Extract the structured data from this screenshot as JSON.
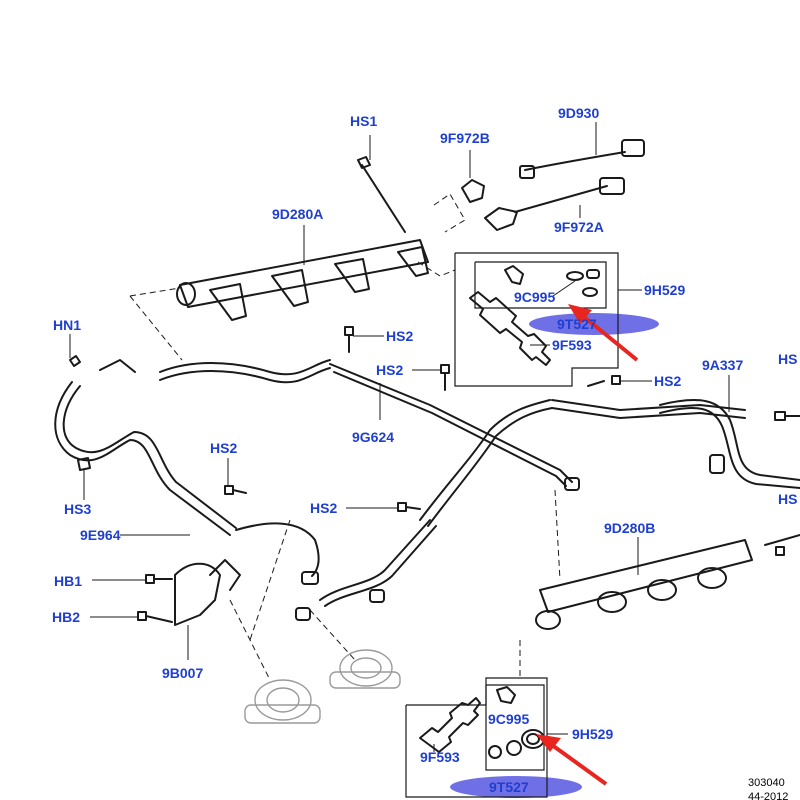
{
  "labels": {
    "hs1": "HS1",
    "p9f972b": "9F972B",
    "p9d930": "9D930",
    "p9d280a": "9D280A",
    "p9f972a": "9F972A",
    "p9h529_top": "9H529",
    "p9c995_top": "9C995",
    "p9t527_top": "9T527",
    "p9f593_top": "9F593",
    "hn1": "HN1",
    "hs2_a": "HS2",
    "hs2_b": "HS2",
    "hs2_c": "HS2",
    "hs2_d": "HS2",
    "hs2_e": "HS2",
    "p9a337": "9A337",
    "hs_right1": "HS",
    "hs_right2": "HS",
    "p9g624": "9G624",
    "hs3": "HS3",
    "p9e964": "9E964",
    "p9d280b": "9D280B",
    "hb1": "HB1",
    "hb2": "HB2",
    "p9b007": "9B007",
    "p9c995_bot": "9C995",
    "p9h529_bot": "9H529",
    "p9f593_bot": "9F593",
    "p9t527_bot": "9T527"
  },
  "reference": {
    "code": "303040",
    "date": "44-2012"
  },
  "colors": {
    "label": "#1f3fd0",
    "highlight": "#6f6fe6",
    "arrow": "#e8251f",
    "line": "#1a1a1a"
  }
}
